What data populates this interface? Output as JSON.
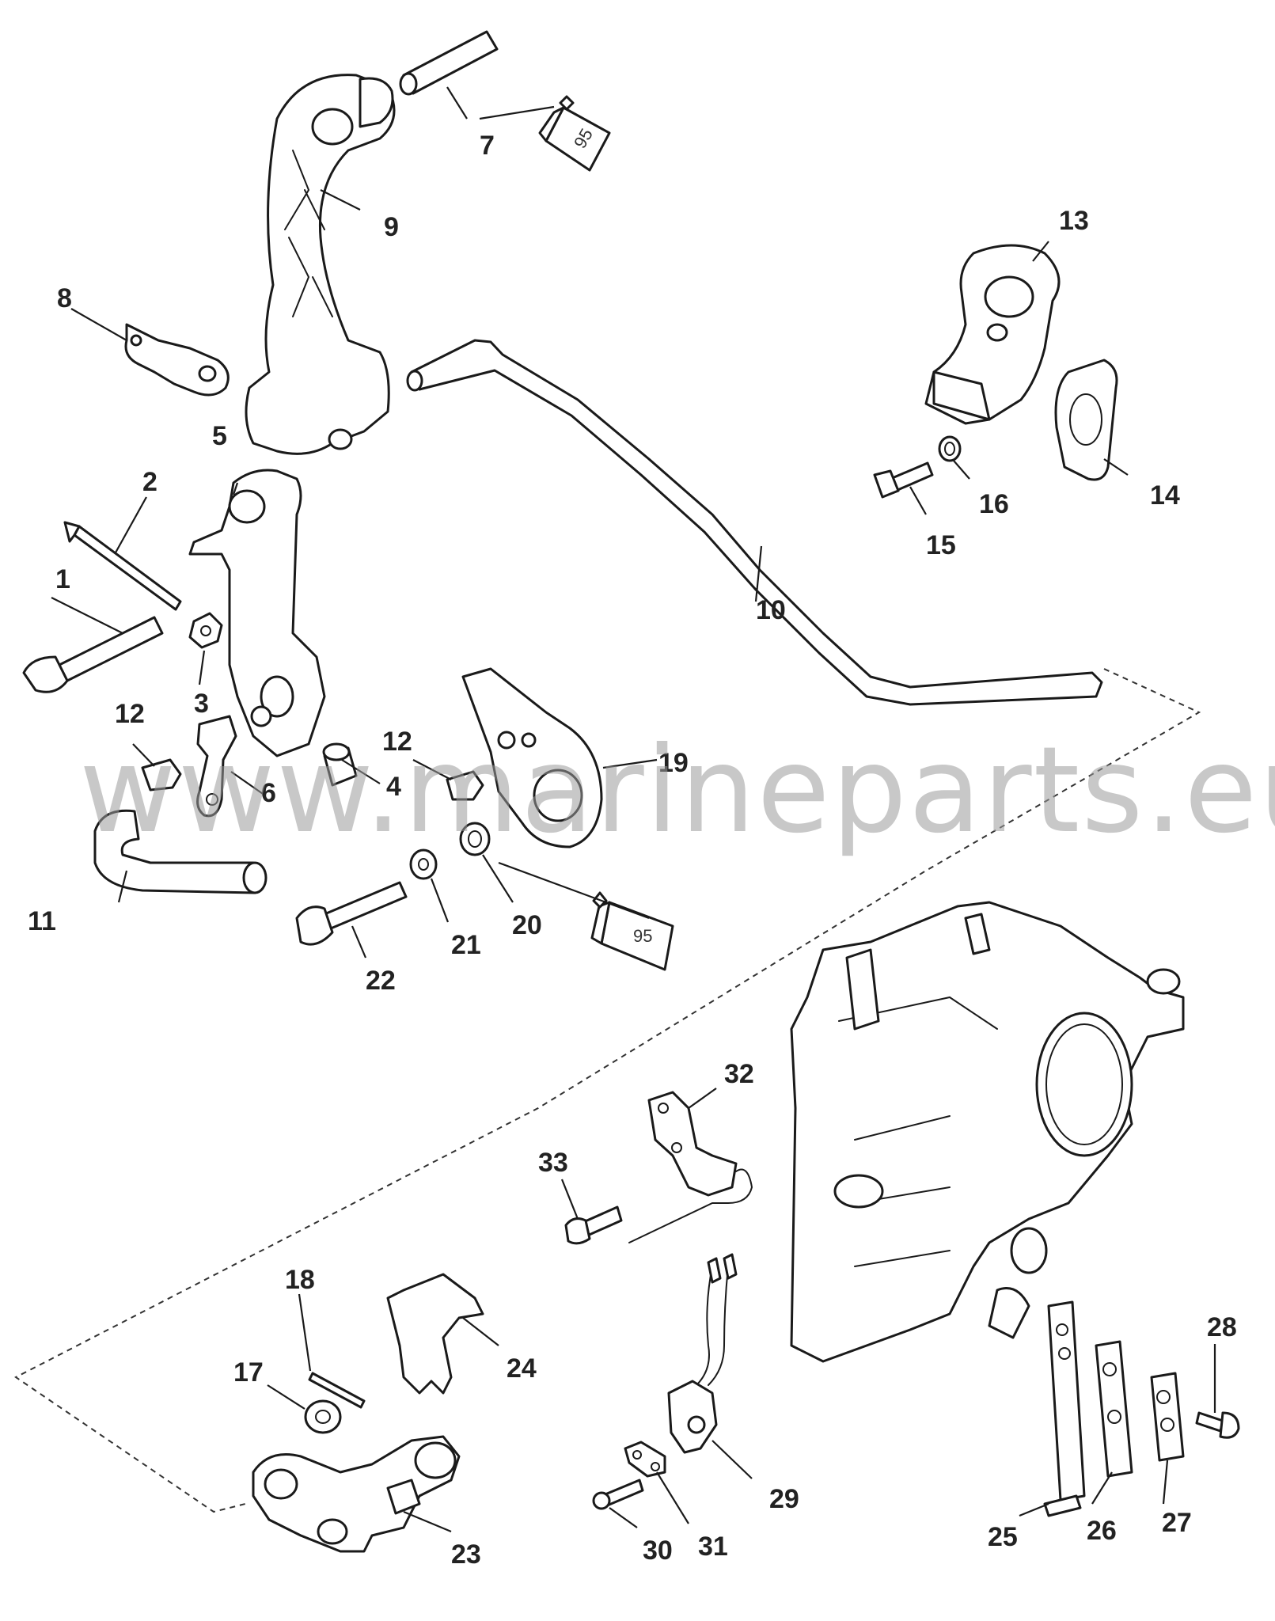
{
  "watermark": "www.marineparts.eu",
  "sealant_tube_label": "95",
  "callouts": [
    "1",
    "2",
    "3",
    "4",
    "5",
    "6",
    "7",
    "8",
    "9",
    "10",
    "11",
    "12",
    "12",
    "13",
    "14",
    "15",
    "16",
    "17",
    "18",
    "19",
    "20",
    "21",
    "22",
    "23",
    "24",
    "25",
    "26",
    "27",
    "28",
    "29",
    "30",
    "31",
    "32",
    "33"
  ]
}
